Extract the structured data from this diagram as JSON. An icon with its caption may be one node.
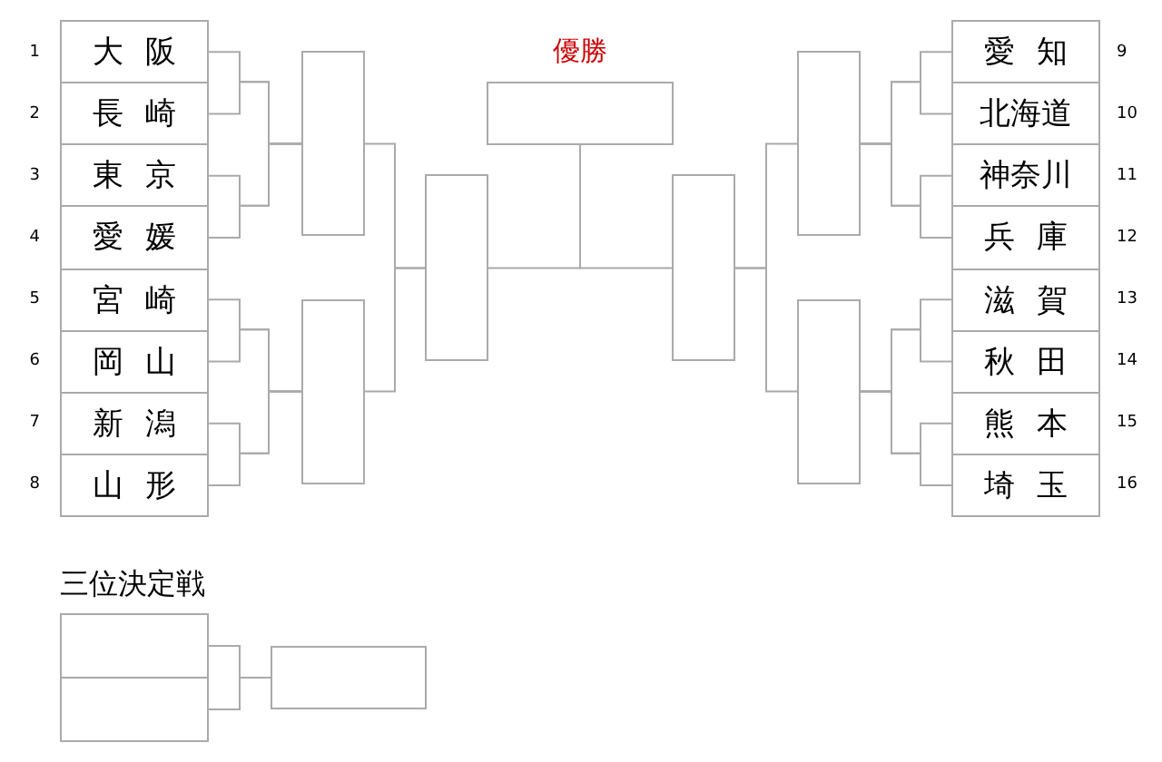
{
  "diagram": {
    "nodes": [
      {
        "text": [
          "大阪"
        ],
        "beside": [
          "1"
        ]
      },
      {
        "text": [
          "長崎"
        ],
        "beside": [
          "2"
        ]
      },
      {
        "text": [
          "東京"
        ],
        "beside": [
          "3"
        ]
      },
      {
        "text": [
          "愛媛"
        ],
        "beside": [
          "4"
        ]
      },
      {
        "text": [
          "宮崎"
        ],
        "beside": [
          "5"
        ]
      },
      {
        "text": [
          "岡山"
        ],
        "beside": [
          "6"
        ]
      },
      {
        "text": [
          "新潟"
        ],
        "beside": [
          "7"
        ]
      },
      {
        "text": [
          "山形"
        ],
        "beside": [
          "8"
        ]
      },
      {
        "text": [
          "愛知"
        ],
        "beside": [
          "9"
        ]
      },
      {
        "text": [
          "北海道"
        ],
        "beside": [
          "10"
        ]
      },
      {
        "text": [
          "神奈川"
        ],
        "beside": [
          "11"
        ]
      },
      {
        "text": [
          "兵庫"
        ],
        "beside": [
          "12"
        ]
      },
      {
        "text": [
          "滋賀"
        ],
        "beside": [
          "13"
        ]
      },
      {
        "text": [
          "秋田"
        ],
        "beside": [
          "14"
        ]
      },
      {
        "text": [
          "熊本"
        ],
        "beside": [
          "15"
        ]
      },
      {
        "text": [
          "埼玉"
        ],
        "beside": [
          "16"
        ]
      },
      {
        "text": [],
        "shape": "box"
      },
      {
        "text": [],
        "shape": "box"
      },
      {
        "text": [],
        "shape": "box"
      },
      {
        "text": [],
        "shape": "box",
        "beside": [
          "優勝"
        ]
      },
      {
        "text": [],
        "shape": "box"
      },
      {
        "text": [],
        "shape": "box"
      },
      {
        "text": [],
        "shape": "box"
      },
      {
        "text": [],
        "shape": "box"
      },
      {
        "text": [],
        "shape": "box"
      },
      {
        "text": [],
        "shape": "box"
      }
    ],
    "edges": [
      {
        "from": 0,
        "to": 16,
        "arrow": "none"
      },
      {
        "from": 1,
        "to": 16,
        "arrow": "none"
      },
      {
        "from": 2,
        "to": 16,
        "arrow": "none"
      },
      {
        "from": 3,
        "to": 16,
        "arrow": "none"
      },
      {
        "from": 4,
        "to": 17,
        "arrow": "none"
      },
      {
        "from": 5,
        "to": 17,
        "arrow": "none"
      },
      {
        "from": 6,
        "to": 17,
        "arrow": "none"
      },
      {
        "from": 7,
        "to": 17,
        "arrow": "none"
      },
      {
        "from": 8,
        "to": 21,
        "arrow": "none"
      },
      {
        "from": 9,
        "to": 21,
        "arrow": "none"
      },
      {
        "from": 10,
        "to": 21,
        "arrow": "none"
      },
      {
        "from": 11,
        "to": 21,
        "arrow": "none"
      },
      {
        "from": 12,
        "to": 22,
        "arrow": "none"
      },
      {
        "from": 13,
        "to": 22,
        "arrow": "none"
      },
      {
        "from": 14,
        "to": 22,
        "arrow": "none"
      },
      {
        "from": 15,
        "to": 22,
        "arrow": "none"
      },
      {
        "from": 16,
        "to": 18,
        "arrow": "none"
      },
      {
        "from": 17,
        "to": 18,
        "arrow": "none"
      },
      {
        "from": 21,
        "to": 20,
        "arrow": "none"
      },
      {
        "from": 22,
        "to": 20,
        "arrow": "none"
      },
      {
        "from": 18,
        "to": 19,
        "arrow": "none"
      },
      {
        "from": 20,
        "to": 19,
        "arrow": "none"
      },
      {
        "from": 23,
        "to": 25,
        "arrow": "none"
      },
      {
        "from": 24,
        "to": 25,
        "arrow": "none"
      }
    ],
    "labels": [
      "三位決定戦"
    ]
  }
}
